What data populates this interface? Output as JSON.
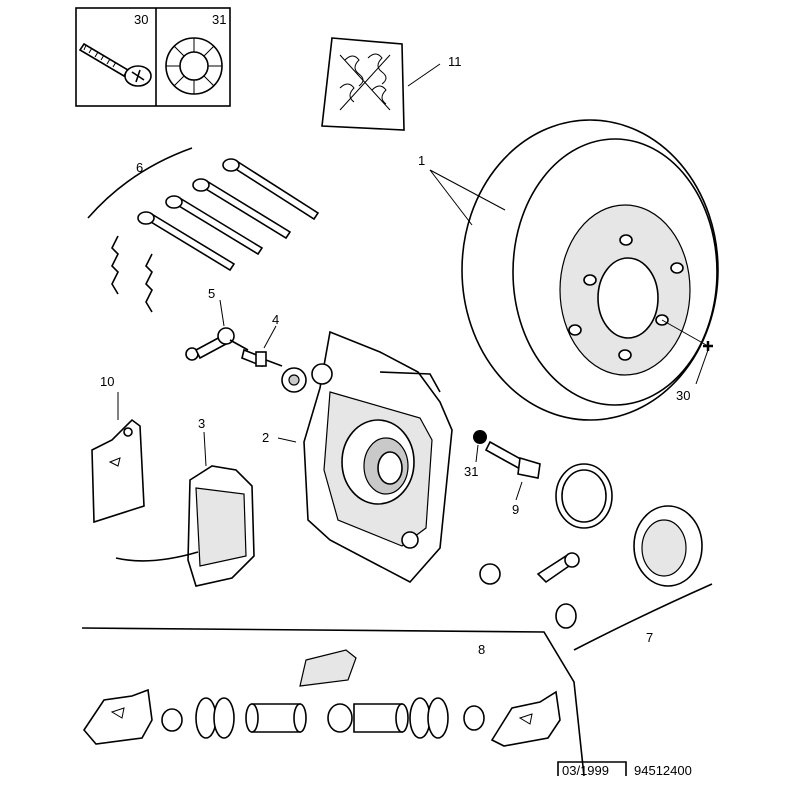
{
  "legend": {
    "item_a": "30",
    "item_b": "31"
  },
  "callouts": {
    "c1": "1",
    "c2": "2",
    "c3": "3",
    "c4": "4",
    "c5": "5",
    "c6": "6",
    "c7": "7",
    "c8": "8",
    "c9": "9",
    "c10": "10",
    "c11": "11",
    "c30": "30",
    "c31": "31"
  },
  "footer": {
    "date": "03/1999",
    "reference": "94512400"
  }
}
